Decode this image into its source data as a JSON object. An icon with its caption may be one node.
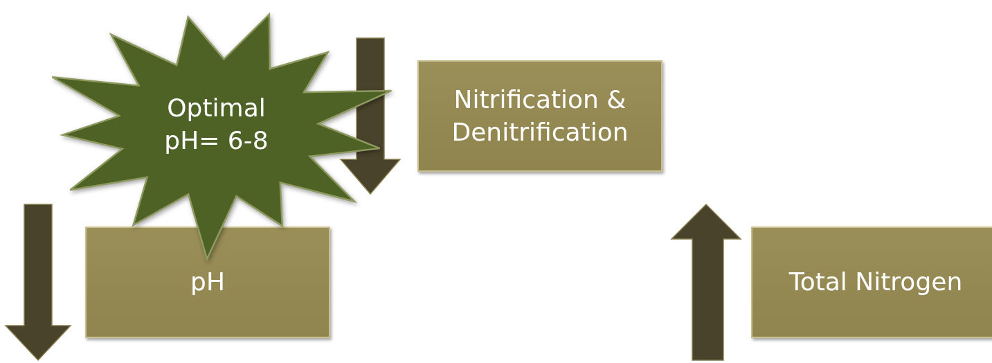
{
  "diagram": {
    "nodes": [
      {
        "text": [
          "Nitrification & Denitrification"
        ]
      },
      {
        "text": [
          "pH"
        ]
      },
      {
        "text": [
          "Optimal pH= 6-8"
        ]
      },
      {
        "text": [
          "Total Nitrogen"
        ]
      }
    ]
  }
}
